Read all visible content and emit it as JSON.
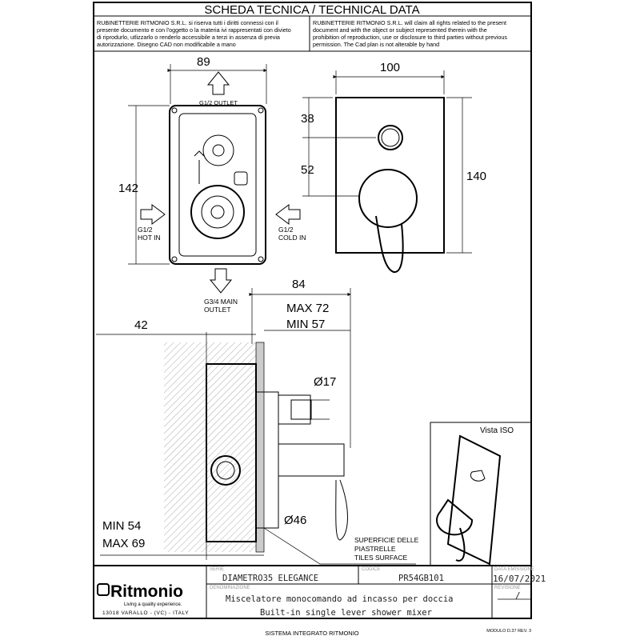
{
  "header": {
    "title": "SCHEDA TECNICA / TECHNICAL DATA",
    "notice_it": [
      "RUBINETTERIE RITMONIO S.R.L. si riserva tutti i diritti connessi con il",
      "presente documento e con l'oggetto o la materia ivi rappresentati con divieto",
      "di riprodurlo, utlizzarlo o renderlo accessibile a terzi in assenza di previa",
      "autorizzazione. Disegno CAD non modificabile a mano"
    ],
    "notice_en": [
      "RUBINETTERIE RITMONIO S.R.L. will claim all rights related to the present",
      "document and with the object or subject represented therein with the",
      "prohibition  of reproduction, use or disclosure to third parties without previous",
      "permission.  The Cad plan is not alterable by hand"
    ]
  },
  "drawing": {
    "front": {
      "width": "89",
      "height": "142",
      "outlet": "G1/2 OUTLET",
      "hot": [
        "G1/2",
        "HOT IN"
      ],
      "cold": [
        "G1/2",
        "COLD IN"
      ],
      "main_outlet": [
        "G3/4 MAIN",
        "OUTLET"
      ]
    },
    "plate": {
      "width": "100",
      "height": "140",
      "d1": "38",
      "d2": "52"
    },
    "section": {
      "depth": "84",
      "max": "MAX 72",
      "min": "MIN 57",
      "offset": "42",
      "dia_small": "Ø17",
      "dia_large": "Ø46",
      "wall_min": "MIN 54",
      "wall_max": "MAX 69",
      "surface": [
        "SUPERFICIE DELLE",
        "PIASTRELLE",
        "TILES SURFACE"
      ]
    },
    "iso_label": "Vista ISO"
  },
  "title_block": {
    "brand": "Ritmonio",
    "tagline": "Living a quality experience.",
    "address": "13018 VARALLO - (VC) - ITALY",
    "serie_label": "SERIE",
    "serie": "DIAMETRO35  ELEGANCE",
    "codice_label": "CODICE",
    "codice": "PR54GB101",
    "data_label": "DATA EMISSIONE",
    "data": "16/07/2021",
    "denominazione_label": "DENOMINAZIONE",
    "desc_it": "Miscelatore monocomando ad incasso per doccia",
    "desc_en": "Built-in single lever shower mixer",
    "revisione_label": "REVISIONE",
    "revisione": "/"
  },
  "footer": {
    "system": "SISTEMA INTEGRATO RITMONIO",
    "module": "MODULO D.37 REV. 3"
  }
}
